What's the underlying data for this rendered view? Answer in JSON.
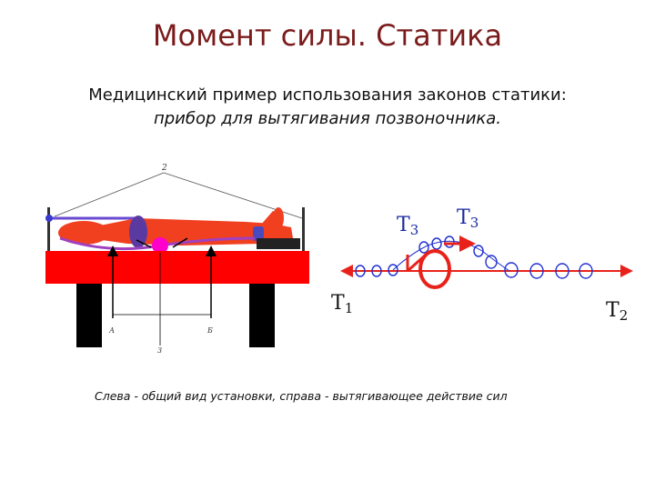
{
  "title": "Момент силы. Статика",
  "subtitle_line1": "Медицинский пример использования законов статики:",
  "subtitle_line2": "прибор для вытягивания позвоночника.",
  "left_figure": {
    "label_top": "2",
    "label_a": "А",
    "label_b": "Б",
    "label_bottom": "3"
  },
  "right_figure": {
    "label_t3_left": "T",
    "label_t3_left_sub": "3",
    "label_t3_right": "T",
    "label_t3_right_sub": "3",
    "label_t1": "T",
    "label_t1_sub": "1",
    "label_t2": "T",
    "label_t2_sub": "2"
  },
  "caption": "Слева - общий вид установки, справа - вытягивающее действие сил",
  "colors": {
    "title": "#7b1c1c",
    "table_red": "#ff0000",
    "body_red": "#f04020",
    "arrow_red": "#e8221a",
    "vertebra_blue": "#3a3ad0",
    "belt_purple": "#8a3ab0",
    "leg_black": "#000000"
  }
}
